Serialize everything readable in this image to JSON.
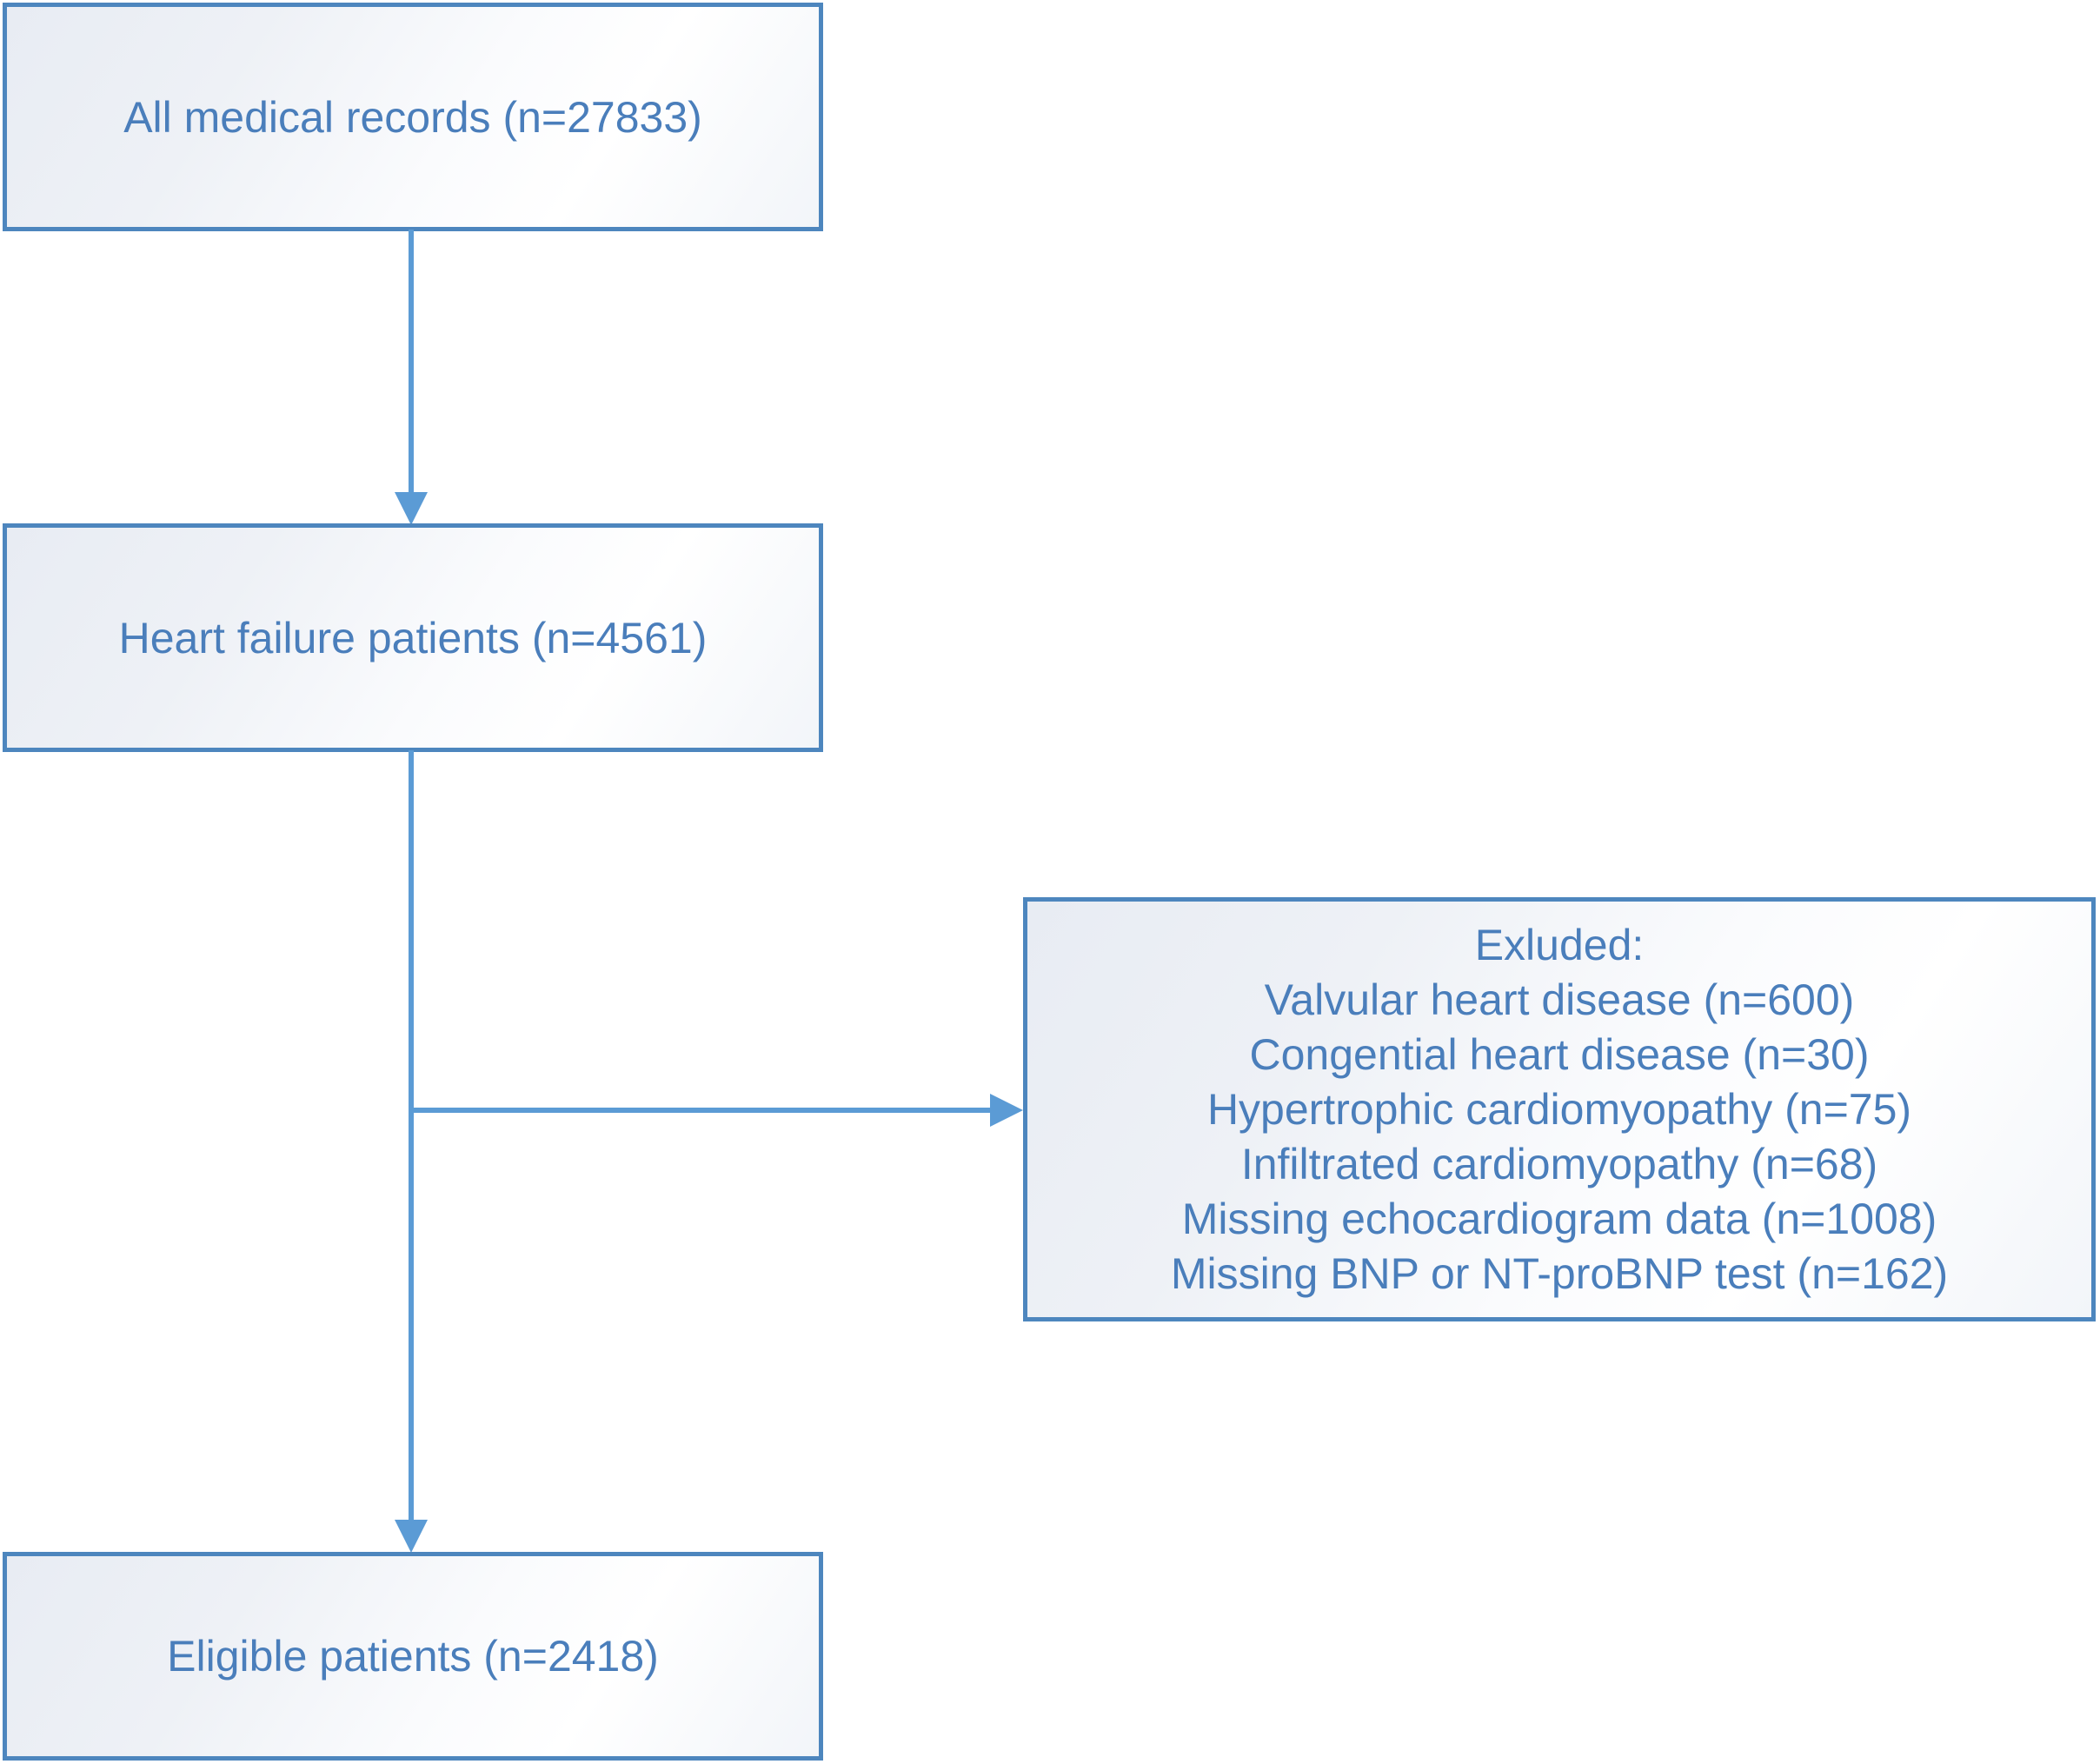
{
  "diagram": {
    "type": "flowchart",
    "colors": {
      "box_border": "#4d86be",
      "box_fill_start": "#e8ecf3",
      "box_fill_end": "#ffffff",
      "arrow": "#5b9bd5",
      "text": "#4a7ebb"
    },
    "nodes": {
      "all_records": {
        "label": "All medical records (n=27833)",
        "n": 27833
      },
      "heart_failure": {
        "label": "Heart failure patients (n=4561)",
        "n": 4561
      },
      "excluded": {
        "title": "Exluded:",
        "items": [
          {
            "label": "Valvular heart disease (n=600)",
            "n": 600
          },
          {
            "label": "Congential heart disease (n=30)",
            "n": 30
          },
          {
            "label": "Hypertrophic cardiomyopathy (n=75)",
            "n": 75
          },
          {
            "label": "Infiltrated cardiomyopathy (n=68)",
            "n": 68
          },
          {
            "label": "Missing echocardiogram data (n=1008)",
            "n": 1008
          },
          {
            "label": "Missing BNP or NT-proBNP test (n=162)",
            "n": 162
          }
        ]
      },
      "eligible": {
        "label": "Eligible patients (n=2418)",
        "n": 2418
      }
    },
    "edges": [
      {
        "from": "all_records",
        "to": "heart_failure"
      },
      {
        "from": "heart_failure",
        "to": "eligible"
      },
      {
        "from": "heart_failure",
        "to": "excluded"
      }
    ]
  }
}
